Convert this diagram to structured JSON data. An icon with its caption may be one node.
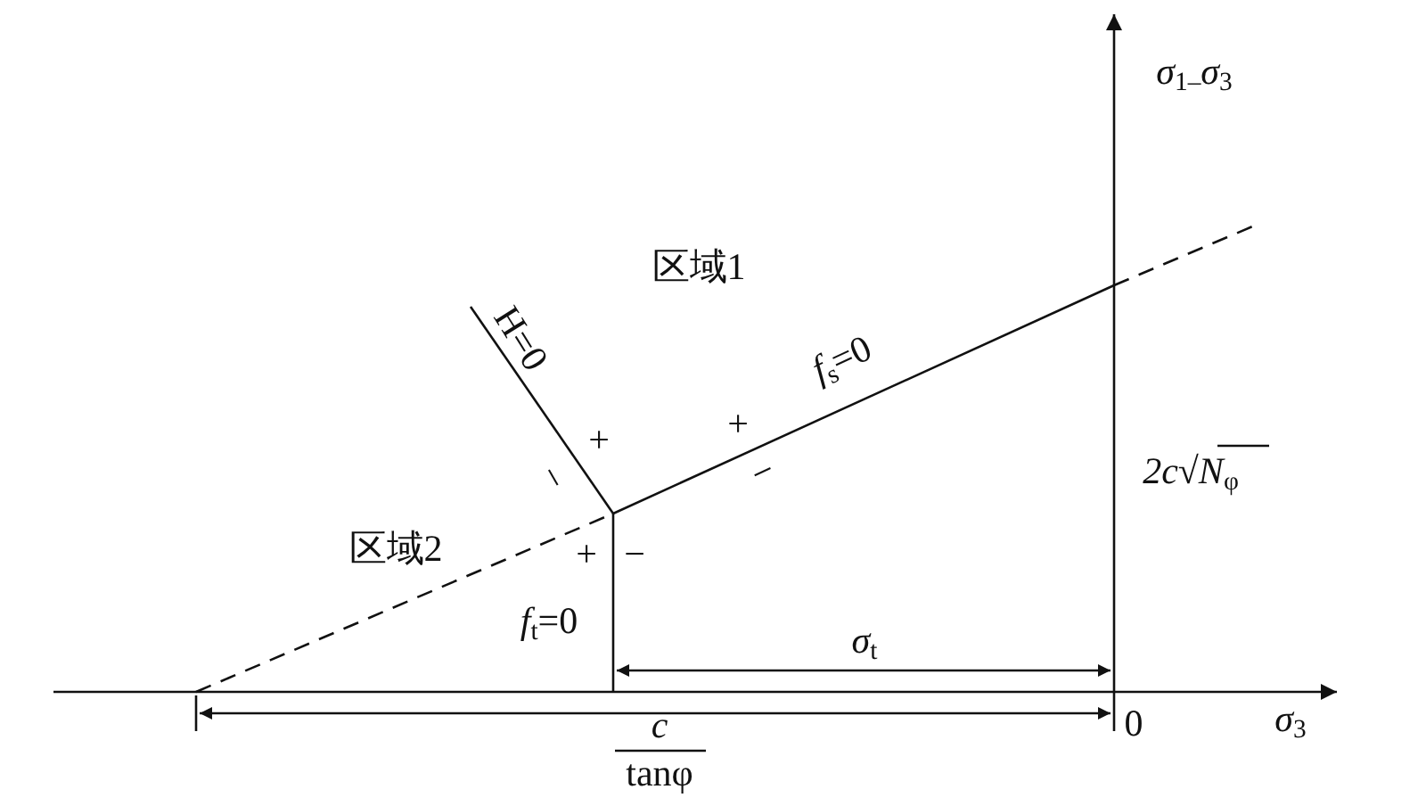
{
  "diagram": {
    "labels": [
      "σ$_{1–}$σ$_{3}$",
      "区域1",
      "H=0",
      "*f*$_{s}$=0",
      "+",
      "−",
      "+",
      "−",
      "2c√N$_{φ}$",
      "区域2",
      "+",
      "−",
      "*f*$_{t}$=0",
      "σ$_{t}$",
      "0",
      "σ$_{3}$",
      "c",
      "tanφ"
    ]
  }
}
